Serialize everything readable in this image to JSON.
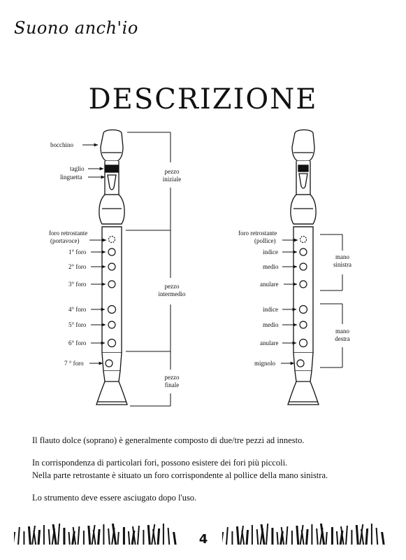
{
  "header": {
    "title": "Suono anch'io"
  },
  "page": {
    "title": "DESCRIZIONE",
    "number": "4"
  },
  "left_diagram": {
    "labels": {
      "bocchino": "bocchino",
      "taglio": "taglio",
      "linguetta": "linguetta",
      "back_hole_1": "foro retrostante",
      "back_hole_2": "(portavoce)",
      "hole_1": "1° foro",
      "hole_2": "2° foro",
      "hole_3": "3° foro",
      "hole_4": "4° foro",
      "hole_5": "5° foro",
      "hole_6": "6° foro",
      "hole_7": "7 ° foro"
    },
    "sections": {
      "start_1": "pezzo",
      "start_2": "iniziale",
      "middle_1": "pezzo",
      "middle_2": "intermedio",
      "end_1": "pezzo",
      "end_2": "finale"
    }
  },
  "right_diagram": {
    "labels": {
      "back_hole_1": "foro retrostante",
      "back_hole_2": "(pollice)",
      "l_index": "indice",
      "l_middle": "medio",
      "l_ring": "anulare",
      "r_index": "indice",
      "r_middle": "medio",
      "r_ring": "anulare",
      "pinky": "mignolo"
    },
    "groups": {
      "left_1": "mano",
      "left_2": "sinistra",
      "right_1": "mano",
      "right_2": "destra"
    }
  },
  "text": {
    "p1": "Il flauto dolce (soprano) è generalmente composto di due/tre pezzi ad innesto.",
    "p2a": "In corrispondenza di particolari fori, possono esistere dei fori più piccoli.",
    "p2b": "Nella parte retrostante è situato un foro corrispondente al pollice della mano sinistra.",
    "p3": "Lo strumento deve essere asciugato dopo l'uso."
  }
}
